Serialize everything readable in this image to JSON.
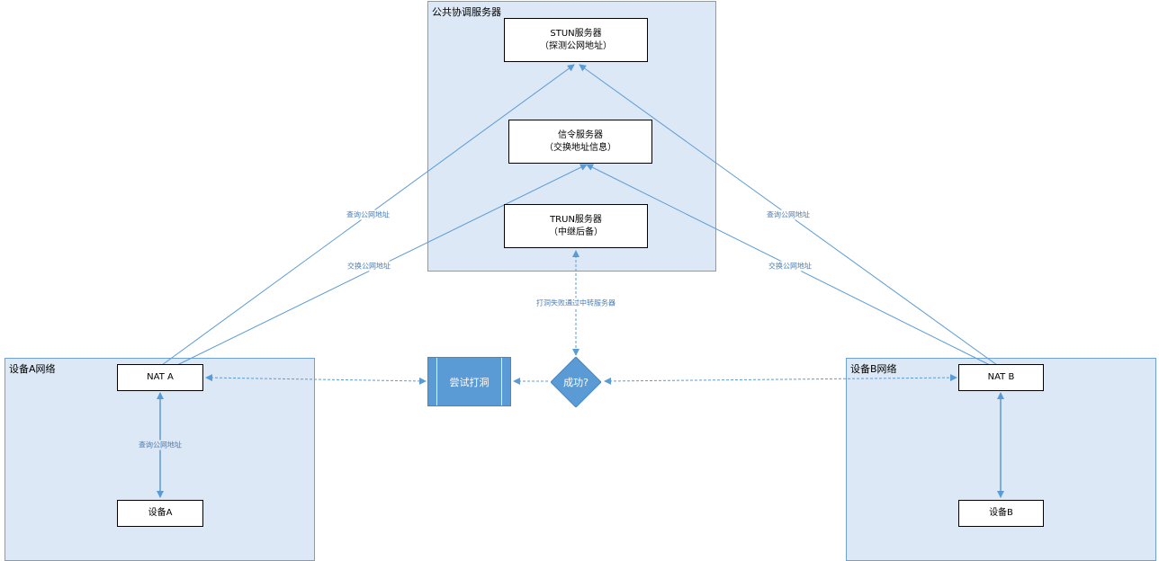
{
  "groups": {
    "public": "公共协调服务器",
    "network_a": "设备A网络",
    "network_b": "设备B网络"
  },
  "nodes": {
    "stun": {
      "line1": "STUN服务器",
      "line2": "（探测公网地址）"
    },
    "signal": {
      "line1": "信令服务器",
      "line2": "（交换地址信息）"
    },
    "trun": {
      "line1": "TRUN服务器",
      "line2": "（中继后备）"
    },
    "nat_a": "NAT A",
    "nat_b": "NAT B",
    "device_a": "设备A",
    "device_b": "设备B",
    "punch": "尝试打洞",
    "decision": "成功?"
  },
  "edge_labels": {
    "query_a_top": "查询公网地址",
    "exchange_a": "交换公网地址",
    "query_b_top": "查询公网地址",
    "exchange_b": "交换公网地址",
    "relay": "打洞失败通过中转服务器",
    "query_a_bottom": "查询公网地址"
  },
  "colors": {
    "group_fill": "#dce8f6",
    "group_border": "#6fa0d8",
    "edge": "#5b9bd5",
    "process_fill": "#5b9bd5"
  }
}
